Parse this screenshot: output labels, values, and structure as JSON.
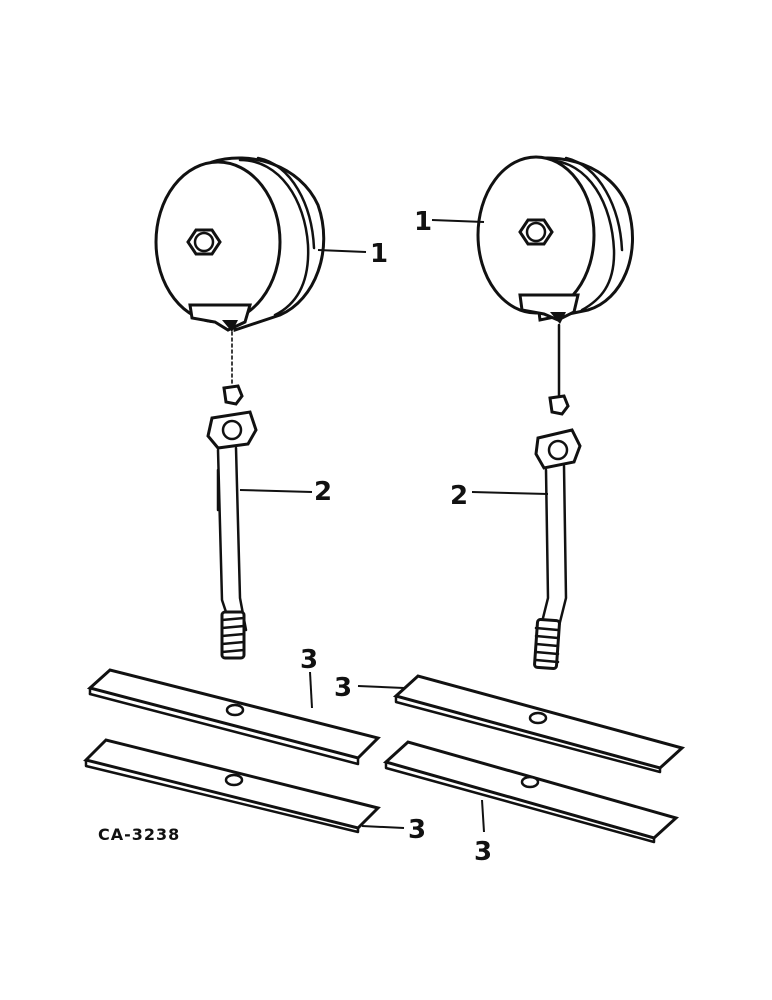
{
  "callouts": {
    "left_gauge": "1",
    "right_gauge": "1",
    "left_tube": "2",
    "right_tube": "2",
    "gasket_top_left": "3",
    "gasket_top_right": "3",
    "gasket_bottom_left": "3",
    "gasket_bottom_right": "3"
  },
  "figure_code": "CA-3238"
}
